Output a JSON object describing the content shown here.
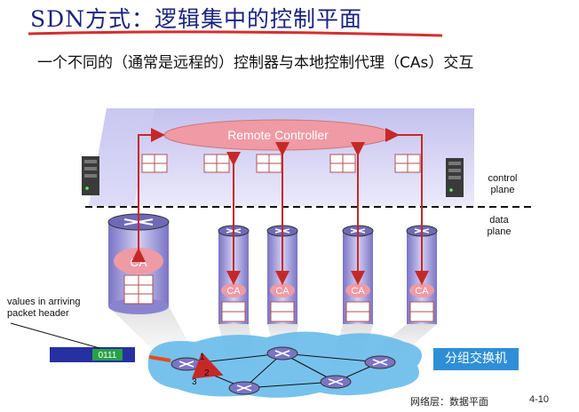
{
  "slide": {
    "title": "SDN方式：逻辑集中的控制平面",
    "subtitle": "一个不同的（通常是远程的）控制器与本地控制代理（CAs）交互",
    "footer_left": "网络层：数据平面",
    "footer_right": "4-10"
  },
  "diagram": {
    "remote_controller": "Remote Controller",
    "control_plane_label": "control plane",
    "data_plane_label": "data plane",
    "agent_label": "CA",
    "packet_header_label": "values in arriving packet header",
    "packet_value": "0111",
    "port_labels": [
      "1",
      "2",
      "3"
    ],
    "packet_switch_label": "分组交换机",
    "colors": {
      "plane": "#c9c6f1",
      "controller": "#ef9aa4",
      "arrow": "#c62828",
      "network": "#5fb7ea",
      "badge": "#2e8fd6",
      "title": "#1a237e"
    }
  }
}
